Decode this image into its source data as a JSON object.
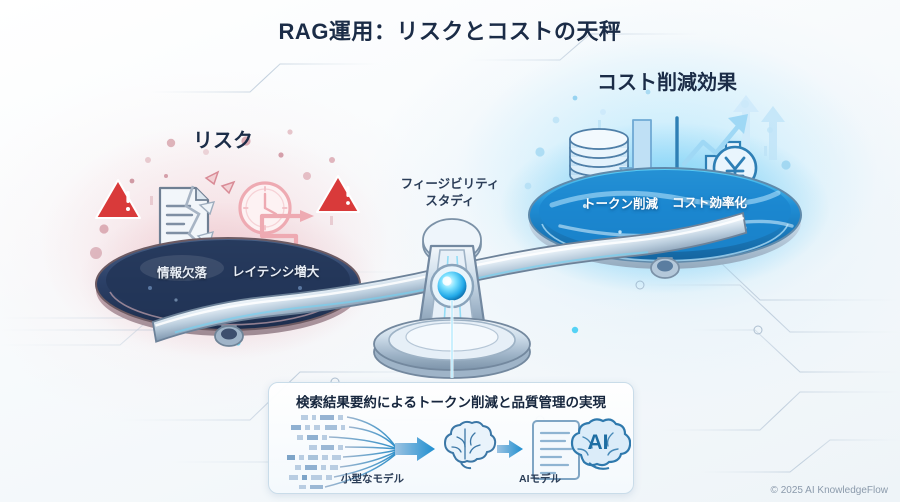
{
  "title": "RAG運用：リスクとコストの天秤",
  "colors": {
    "background": "#fbfcfd",
    "title_text": "#1b2c47",
    "risk_accent": "#d94b4b",
    "risk_pan": "#2b3f68",
    "cost_accent": "#2ea8e6",
    "cost_pan": "#1b8fd6",
    "metal": "#b9c7d4",
    "panel_border": "#c9dce9",
    "footer_text": "#8b9aab"
  },
  "left_side": {
    "heading": "リスク",
    "items": [
      {
        "label": "情報欠落",
        "icon": "torn-document-icon"
      },
      {
        "label": "レイテンシ増大",
        "icon": "clock-icon"
      }
    ],
    "warning_icons": [
      "warning-triangle-icon",
      "warning-triangle-icon"
    ]
  },
  "right_side": {
    "heading": "コスト削減効果",
    "items": [
      {
        "label": "トークン削減",
        "icon": "coin-stack-icon"
      },
      {
        "label": "コスト効率化",
        "icon": "bar-chart-up-icon"
      }
    ],
    "currency_icon": "yen-icon",
    "arrow_icons": [
      "arrow-down-icon",
      "arrow-up-icon",
      "arrow-up-icon"
    ]
  },
  "fulcrum": {
    "label_line1": "フィージビリティ",
    "label_line2": "スタディ",
    "icon": "balance-fulcrum-icon"
  },
  "panel": {
    "title": "検索結果要約によるトークン削減と品質管理の実現",
    "flow": [
      {
        "label": "",
        "icon": "text-chunks-icon"
      },
      {
        "label": "小型なモデル",
        "icon": "brain-icon"
      },
      {
        "label": "",
        "icon": "summary-document-icon"
      },
      {
        "label": "AIモデル",
        "icon": "ai-brain-icon"
      }
    ],
    "ai_badge_text": "AI"
  },
  "footer": "© 2025 AI KnowledgeFlow"
}
